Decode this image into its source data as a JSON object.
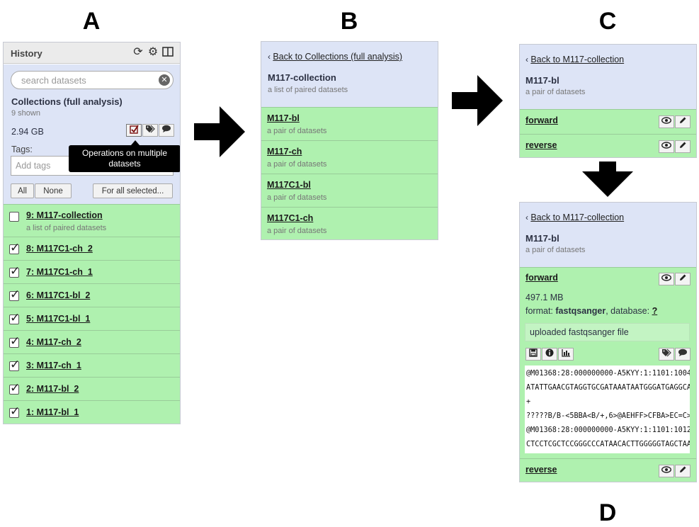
{
  "labels": {
    "a": "A",
    "b": "B",
    "c": "C",
    "d": "D"
  },
  "panel_a": {
    "header_title": "History",
    "search_placeholder": "search datasets",
    "history_name": "Collections (full analysis)",
    "shown": "9 shown",
    "size": "2.94 GB",
    "tags_label": "Tags:",
    "tags_placeholder": "Add tags",
    "tooltip": "Operations on multiple datasets",
    "btn_all": "All",
    "btn_none": "None",
    "btn_for_all": "For all selected...",
    "collection_item": {
      "name": "9: M117-collection",
      "desc": "a list of paired datasets",
      "checked": false
    },
    "items": [
      {
        "name": "8: M117C1-ch_2",
        "checked": true
      },
      {
        "name": "7: M117C1-ch_1",
        "checked": true
      },
      {
        "name": "6: M117C1-bl_2",
        "checked": true
      },
      {
        "name": "5: M117C1-bl_1",
        "checked": true
      },
      {
        "name": "4: M117-ch_2",
        "checked": true
      },
      {
        "name": "3: M117-ch_1",
        "checked": true
      },
      {
        "name": "2: M117-bl_2",
        "checked": true
      },
      {
        "name": "1: M117-bl_1",
        "checked": true
      }
    ]
  },
  "panel_b": {
    "back": "Back to Collections (full analysis)",
    "title": "M117-collection",
    "desc": "a list of paired datasets",
    "items": [
      {
        "name": "M117-bl",
        "desc": "a pair of datasets"
      },
      {
        "name": "M117-ch",
        "desc": "a pair of datasets"
      },
      {
        "name": "M117C1-bl",
        "desc": "a pair of datasets"
      },
      {
        "name": "M117C1-ch",
        "desc": "a pair of datasets"
      }
    ]
  },
  "panel_c": {
    "back": "Back to M117-collection",
    "title": "M117-bl",
    "desc": "a pair of datasets",
    "forward": "forward",
    "reverse": "reverse"
  },
  "panel_d": {
    "back": "Back to M117-collection",
    "title": "M117-bl",
    "desc": "a pair of datasets",
    "forward": "forward",
    "size": "497.1 MB",
    "format_label": "format: ",
    "format_value": "fastqsanger",
    "database_label": ", database: ",
    "database_value": "?",
    "info": "uploaded fastqsanger file",
    "peek": [
      "@M01368:28:000000000-A5KYY:1:1101:1004",
      "ATATTGAACGTAGGTGCGATAAATAATGGGATGAGGCA",
      "+",
      "?????B/B-<5BBA<B/+,6>@AEHFF>CFBA>EC=C>",
      "@M01368:28:000000000-A5KYY:1:1101:1012",
      "CTCCTCGCTCCGGGCCCATAACACTTGGGGGTAGCTAA"
    ],
    "reverse": "reverse"
  }
}
